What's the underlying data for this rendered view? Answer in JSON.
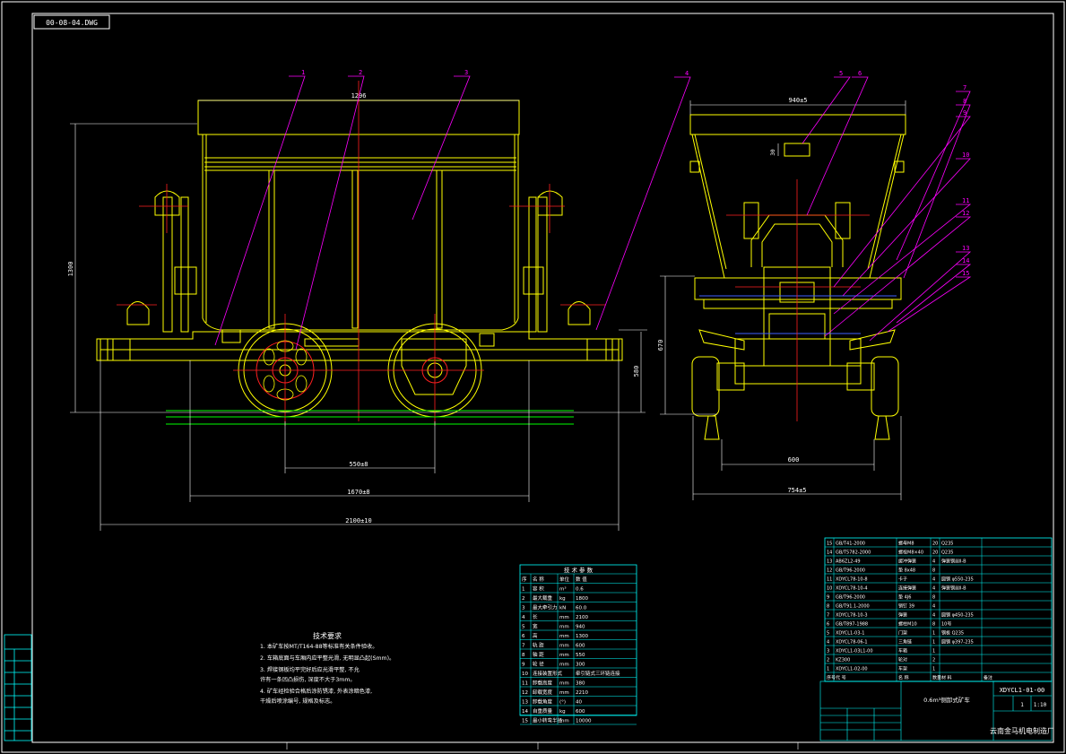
{
  "title_tab": "00-08-04.DWG",
  "front_dims": {
    "width_top": "1296",
    "height_total": "1300",
    "rail_height": "580",
    "wheelbase": "550±8",
    "frame_len": "1670±8",
    "overall_len": "2100±10"
  },
  "side_dims": {
    "top_width": "940±5",
    "small_dim": "30",
    "height": "670",
    "gauge": "600",
    "overall_width": "754±5"
  },
  "callouts_front": [
    "1",
    "2",
    "3"
  ],
  "callouts_side": [
    "4",
    "5",
    "6",
    "7",
    "8",
    "9",
    "10",
    "11",
    "12",
    "13",
    "14",
    "15"
  ],
  "notes": {
    "heading": "技术要求",
    "lines": [
      "1. 本矿车按MT/T164-88等标准有关条件验收。",
      "2. 车箱底面与车厢内应平整光滑, 无明显凸起(Smm)。",
      "3. 焊接钢板均平完好后应光滑平整, 不允",
      "   许有一条凹凸损伤, 深度不大于3mm。",
      "4. 矿车经检验合格后涂防锈漆, 外表涂暗色漆,",
      "   干燥后喷涂编号, 规格及标志。"
    ]
  },
  "spec_table": {
    "title": "技 术 参 数",
    "header": [
      "序",
      "名 称",
      "单位",
      "数 值"
    ],
    "rows": [
      [
        "1",
        "容 积",
        "m³",
        "0.6"
      ],
      [
        "2",
        "最大载重",
        "kg",
        "1800"
      ],
      [
        "3",
        "最大牵引力",
        "kN",
        "60.0"
      ],
      [
        "4",
        "长",
        "mm",
        "2100"
      ],
      [
        "5",
        "宽",
        "mm",
        "940"
      ],
      [
        "6",
        "高",
        "mm",
        "1300"
      ],
      [
        "7",
        "轨 距",
        "mm",
        "600"
      ],
      [
        "8",
        "轴 距",
        "mm",
        "550"
      ],
      [
        "9",
        "轮 径",
        "mm",
        "300"
      ],
      [
        "10",
        "连接装置形式",
        "",
        "牵引链式三环链连接"
      ],
      [
        "11",
        "卸载高度",
        "mm",
        "380"
      ],
      [
        "12",
        "卸载宽度",
        "mm",
        "2210"
      ],
      [
        "13",
        "卸载角度",
        "(°)",
        "40"
      ],
      [
        "14",
        "自重质量",
        "kg",
        "600"
      ],
      [
        "15",
        "最小转弯半径",
        "mm",
        "10000"
      ]
    ]
  },
  "parts_list": {
    "rows": [
      [
        "15",
        "GB/T41-2000",
        "螺母M8",
        "20",
        "Q235",
        ""
      ],
      [
        "14",
        "GB/T5782-2000",
        "螺栓M8×40",
        "20",
        "Q235",
        ""
      ],
      [
        "13",
        "AB6ZL2-49",
        "缓冲弹簧",
        "4",
        "弹簧钢丝Ⅱ-B",
        ""
      ],
      [
        "12",
        "GB/T96-2000",
        "垫 8x48",
        "8",
        "",
        ""
      ],
      [
        "11",
        "XDYCL78-10-8",
        "卡子",
        "4",
        "圆钢 φ550-235",
        ""
      ],
      [
        "10",
        "XDYCL78-10-4",
        "连接弹簧",
        "4",
        "弹簧钢丝Ⅱ-B",
        ""
      ],
      [
        "9",
        "GB/T96-2000",
        "垫 4J6",
        "8",
        "",
        ""
      ],
      [
        "8",
        "GB/T91.1-2000",
        "销钉 39",
        "4",
        "",
        ""
      ],
      [
        "7",
        "XDYCL78-10-3",
        "弹簧",
        "4",
        "圆钢 φ450-235",
        ""
      ],
      [
        "6",
        "GB/T897-1988",
        "螺柱M10",
        "8",
        "10号",
        ""
      ],
      [
        "5",
        "XDYCL1-03-1",
        "门架",
        "1",
        "钢板 Q235",
        ""
      ],
      [
        "4",
        "XDYCL78-06-1",
        "三角链",
        "1",
        "圆钢 φ397-235",
        ""
      ],
      [
        "3",
        "XDYCL1-03L1-00",
        "车箱",
        "1",
        "",
        ""
      ],
      [
        "2",
        "KZ300",
        "轮对",
        "2",
        "",
        ""
      ],
      [
        "1",
        "XDYCL1-02-00",
        "车架",
        "1",
        "",
        ""
      ]
    ],
    "header": [
      "序号",
      "代 号",
      "名 称",
      "数量",
      "材 料",
      "备注"
    ]
  },
  "title_block": {
    "drawing_no": "XDYCL1-01-00",
    "product": "0.6m³侧卸式矿车",
    "company": "云南金马机电制造厂",
    "scale": "1:10",
    "sheet": "1"
  },
  "colors": {
    "yellow": "#ffff00",
    "magenta": "#ff00ff",
    "red": "#ff2020",
    "cyan": "#00ffff",
    "green": "#00ff00",
    "white": "#ffffff",
    "blue": "#4060ff"
  }
}
